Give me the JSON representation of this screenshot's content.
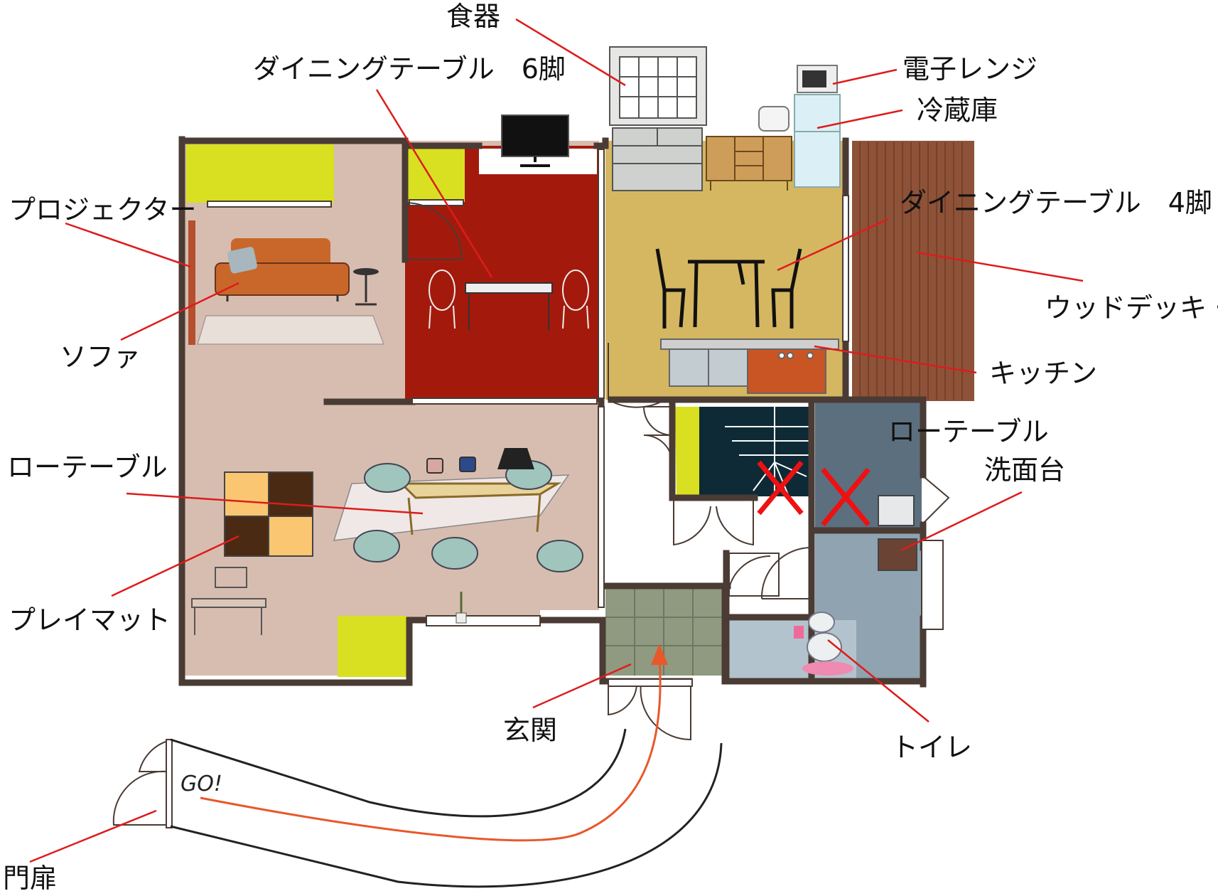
{
  "labels": {
    "dishes": "食器",
    "dining6": "ダイニングテーブル　6脚",
    "microwave": "電子レンジ",
    "fridge": "冷蔵庫",
    "projector": "プロジェクター",
    "dining4": "ダイニングテーブル　4脚",
    "deck": "ウッドデッキ・庭",
    "sofa": "ソファ",
    "kitchen": "キッチン",
    "lowtable_right": "ローテーブル",
    "lowtable_left": "ローテーブル",
    "washbasin": "洗面台",
    "playmat": "プレイマット",
    "entrance": "玄関",
    "toilet": "トイレ",
    "gate": "門扉",
    "go": "GO!"
  },
  "colors": {
    "wall": "#4a3b34",
    "living_floor": "#d7bdb0",
    "dining_red": "#a31a0d",
    "kitchen_floor": "#d5b761",
    "deck": "#8e5238",
    "storage_yellow": "#d8e021",
    "bath_blue": "#5c6f7f",
    "wash_blue": "#8fa3b1",
    "toilet_floor": "#b3c3cd",
    "stair_dark": "#0e2a36",
    "genkan": "#8f9a80",
    "leader": "#dd1c1c",
    "route": "#e8582a",
    "cross": "#ee1111"
  }
}
